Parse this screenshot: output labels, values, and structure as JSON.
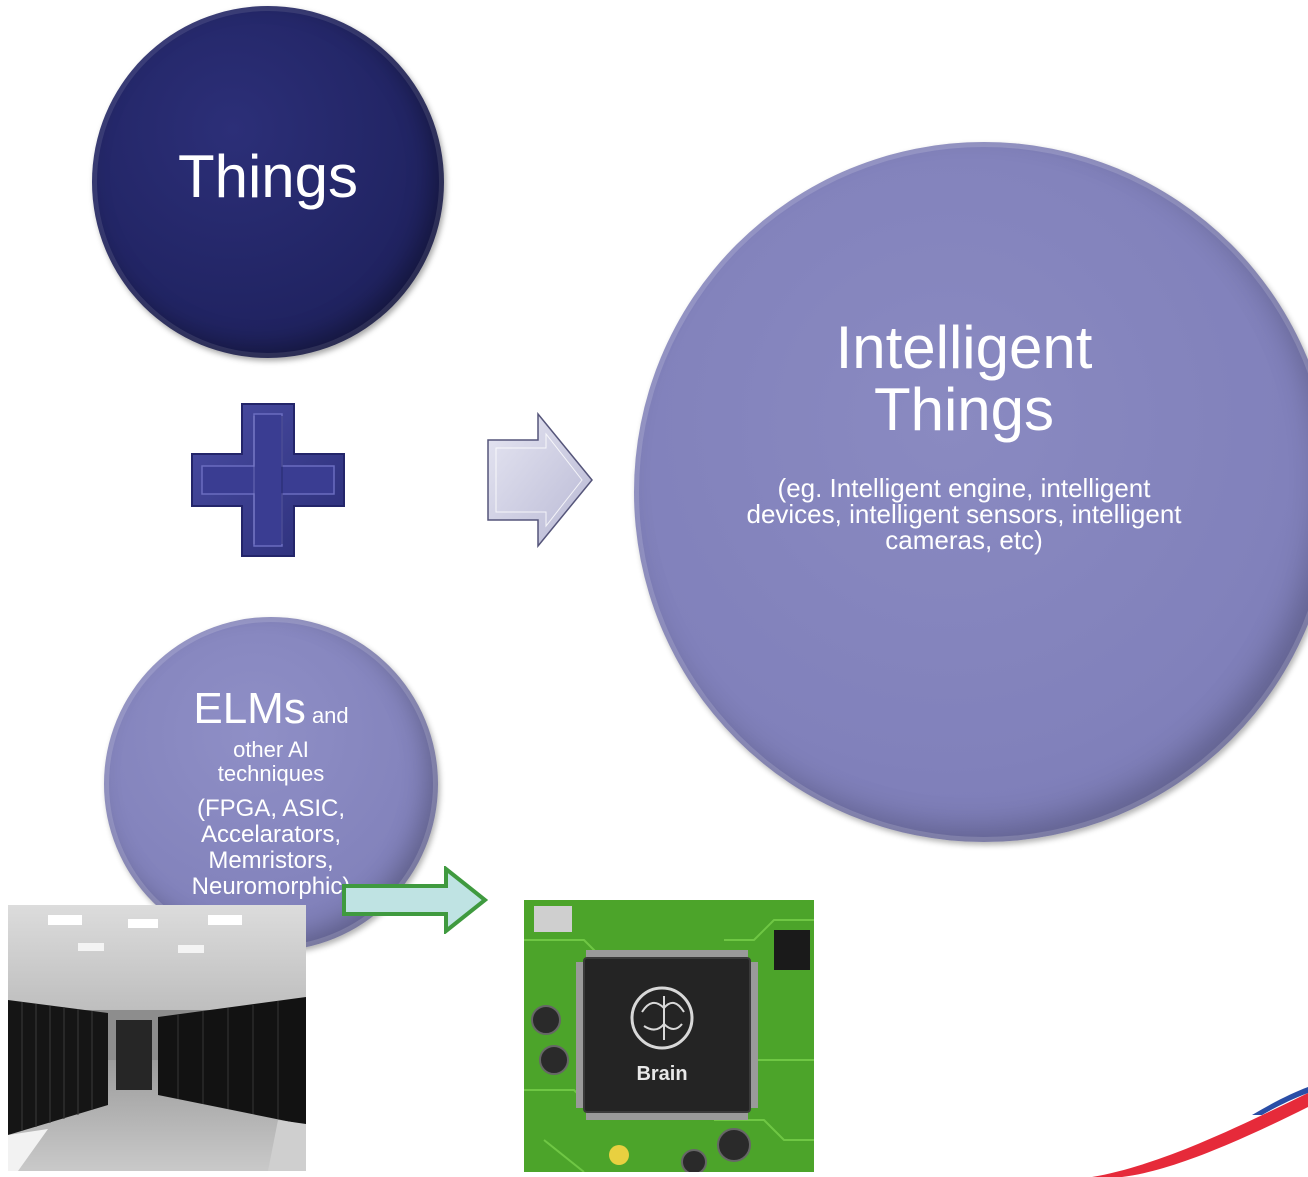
{
  "things_circle": {
    "label": "Things"
  },
  "elm_circle": {
    "title_big": "ELMs",
    "title_small": " and",
    "line2": "other AI",
    "line3": "techniques",
    "details": [
      "(FPGA, ASIC,",
      "Accelarators,",
      "Memristors,",
      "Neuromorphic)"
    ]
  },
  "intelligent_circle": {
    "title_line1": "Intelligent",
    "title_line2": "Things",
    "description": "(eg. Intelligent engine, intelligent devices, intelligent sensors, intelligent cameras, etc)"
  },
  "chip_image": {
    "label": "Brain"
  },
  "colors": {
    "dark_navy": "#212463",
    "lavender": "#8383bc",
    "plus_blue": "#34378a",
    "arrow_gray": "#d0d0e4",
    "arrow_green_fill": "#bfe3e3",
    "arrow_green_stroke": "#3f9a3f"
  }
}
